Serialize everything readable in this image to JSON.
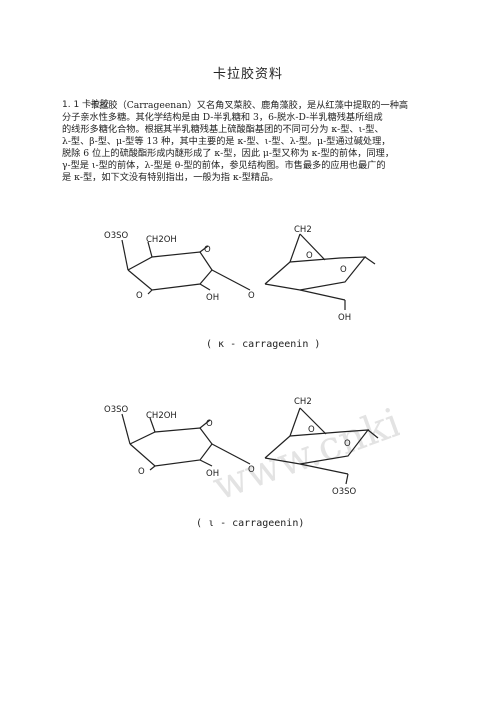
{
  "page": {
    "title": "卡拉胶资料",
    "section_heading": "1. 1 卡拉胶",
    "paragraph_lines": [
      "卡拉胶（Carrageenan）又名角叉菜胶、鹿角藻胶，是从红藻中提取的一种高",
      "分子亲水性多糖。其化学结构是由 D-半乳糖和 3，6-脱水-D-半乳糖残基所组成",
      "的线形多糖化合物。根据其半乳糖残基上硫酸酯基团的不同可分为 κ-型、ι-型、",
      "λ-型、β-型、μ-型等 13 种，其中主要的是 κ-型、ι-型、λ-型。μ-型通过碱处理，",
      "脱除 6 位上的硫酸酯形成内醚形成了 κ-型，因此 μ-型又称为 κ-型的前体，同理，",
      "γ-型是 ι-型的前体，λ-型是 θ-型的前体，参见结构图。市售最多的应用也最广的",
      "是 κ-型，如下文没有特别指出，一般为指 κ-型精品。"
    ]
  },
  "figure1": {
    "labels": {
      "o3so": "O3SO",
      "ch2oh": "CH2OH",
      "o_ring1": "O",
      "o_left": "O",
      "oh1": "OH",
      "o_bridge": "O",
      "ch2": "CH2",
      "o_top": "O",
      "o_ring2": "O",
      "oh2": "OH"
    },
    "caption": "( κ - carrageenin )"
  },
  "figure2": {
    "labels": {
      "o3so_top": "O3SO",
      "ch2oh": "CH2OH",
      "o_ring1": "O",
      "o_left": "O",
      "oh1": "OH",
      "o_bridge": "O",
      "ch2": "CH2",
      "o_top": "O",
      "o_ring2": "O",
      "o3so_bottom": "O3SO"
    },
    "caption": "( ι - carrageenin)",
    "watermark": "www.cnki.in"
  }
}
